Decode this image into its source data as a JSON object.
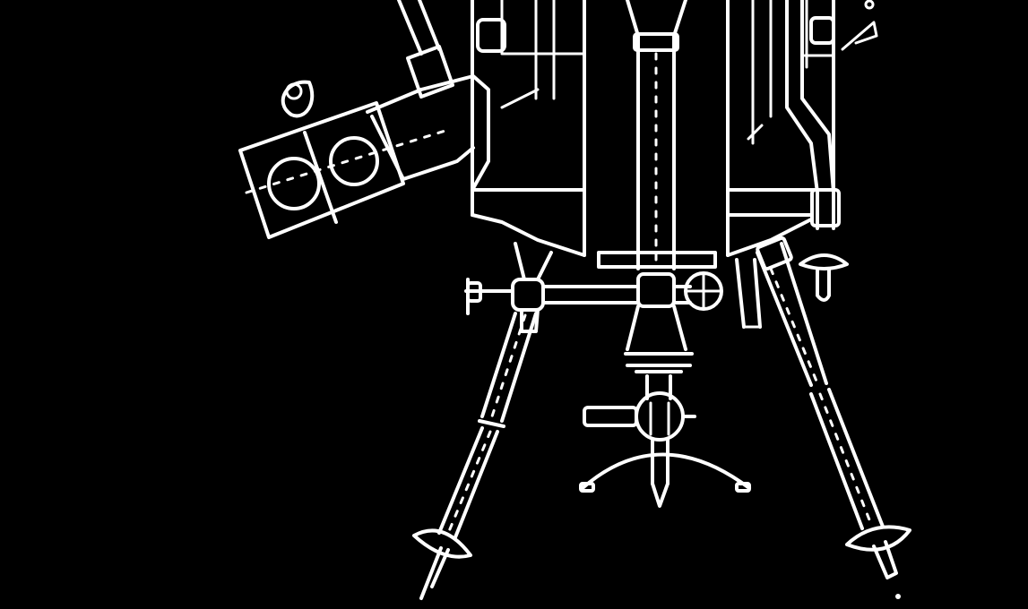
{
  "figure": {
    "background": "#000000",
    "line_color": "#ffffff",
    "style": "inverted line drawing",
    "parts": [
      "body-cylinder",
      "center-shaft",
      "side-pipe",
      "eyepiece-housing",
      "tripod-head",
      "tripod-leg-left",
      "tripod-leg-right",
      "tripod-leg-rear",
      "tripod-feet",
      "lower-clamp-assembly"
    ]
  }
}
